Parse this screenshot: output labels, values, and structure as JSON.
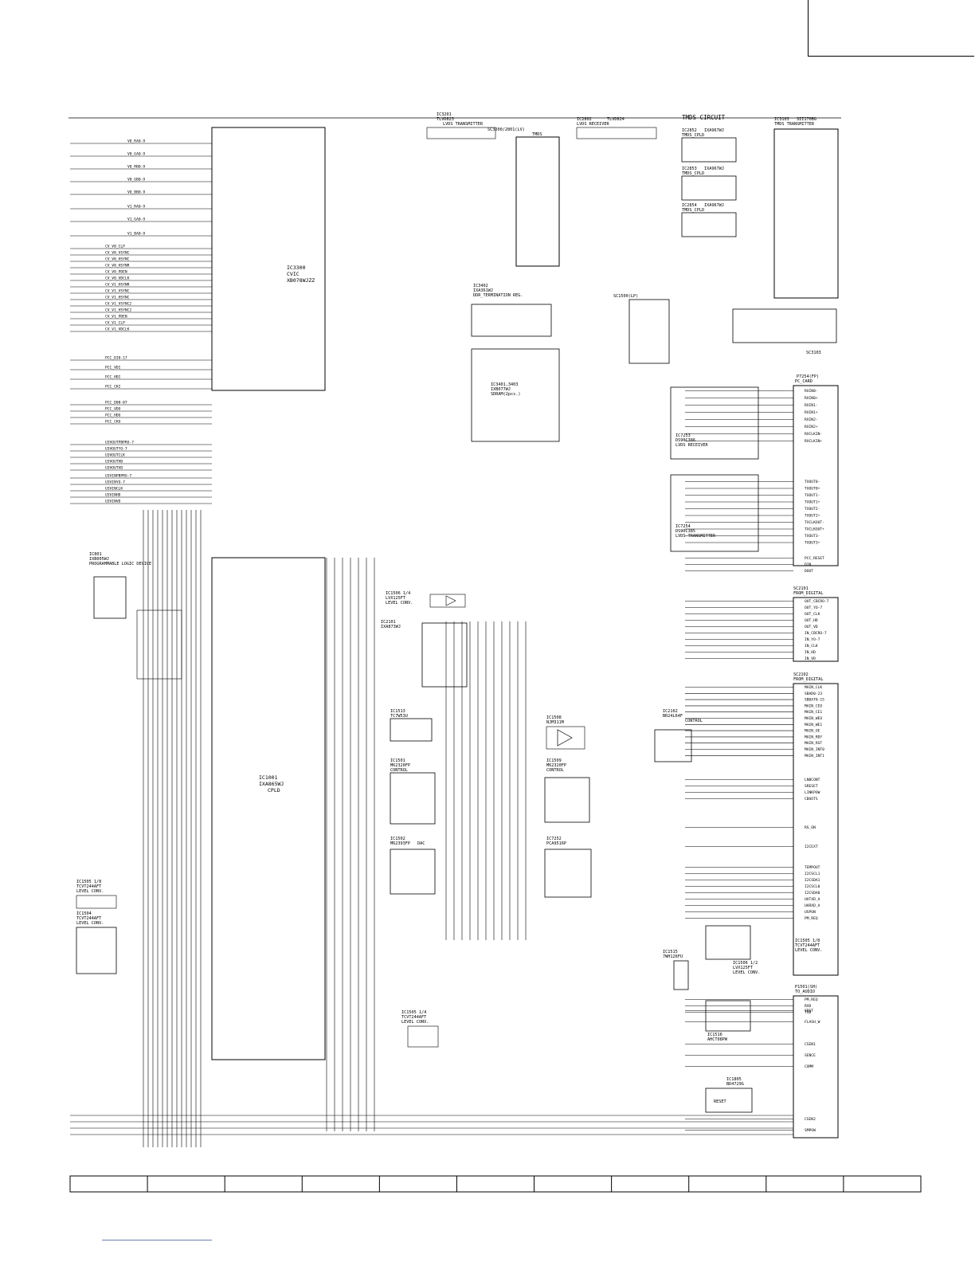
{
  "ic_blocks": [
    {
      "ref": "IC3201",
      "part": "TLVD823",
      "title": "LVDS TRANSMITTER"
    },
    {
      "ref": "IC2802",
      "part": "TLVD824",
      "title": "LVDS RECEIVER"
    },
    {
      "ref": "SC3200/2801(LV)",
      "part": "",
      "title": "TMDS"
    },
    {
      "ref": "IC3103",
      "part": "SII170BG",
      "title": "TMDS TRANSMITTER"
    },
    {
      "ref": "IC2852",
      "part": "IXA967WJ",
      "title": "TMDS_CPLD"
    },
    {
      "ref": "IC2853",
      "part": "IXA967WJ",
      "title": "TMDS_CPLD"
    },
    {
      "ref": "IC2854",
      "part": "IXA967WJ",
      "title": "TMDS_CPLD"
    },
    {
      "ref": "IC3300",
      "part": "CVIC",
      "title": "XB078WJZZ"
    },
    {
      "ref": "IC3402",
      "part": "IXA361WJ",
      "title": "DDR_TERMINATION REG."
    },
    {
      "ref": "IC3401,3403",
      "part": "IXB077WJ",
      "title": "SDRAM(2pcs.)"
    },
    {
      "ref": "SC1500(LP)",
      "part": "",
      "title": ""
    },
    {
      "ref": "SC3103",
      "part": "",
      "title": ""
    },
    {
      "ref": "P7254(FP)",
      "part": "",
      "title": "PC_CARD"
    },
    {
      "ref": "IC7253",
      "part": "DS90C386",
      "title": "LVDS RECEIVER"
    },
    {
      "ref": "IC7254",
      "part": "DS90C385",
      "title": "LVDS TRANSMITTER"
    },
    {
      "ref": "IC801",
      "part": "IXB005WJ",
      "title": "PROGRAMMABLE LOGIC DEVICE"
    },
    {
      "ref": "IC1506 1/4",
      "part": "LVX125FT",
      "title": "LEVEL CONV."
    },
    {
      "ref": "IC2101",
      "part": "IXA873WJ",
      "title": ""
    },
    {
      "ref": "SC2101",
      "part": "",
      "title": "FROM_DIGITAL"
    },
    {
      "ref": "SC2102",
      "part": "",
      "title": "FROM_DIGITAL"
    },
    {
      "ref": "IC1513",
      "part": "TC7W53U",
      "title": ""
    },
    {
      "ref": "IC1508",
      "part": "NJM311M",
      "title": ""
    },
    {
      "ref": "IC2102",
      "part": "BR24L64F",
      "title": "CONTROL"
    },
    {
      "ref": "IC1501",
      "part": "M62320FP",
      "title": "CONTROL"
    },
    {
      "ref": "IC1509",
      "part": "M62320FP",
      "title": "CONTROL"
    },
    {
      "ref": "IC1001",
      "part": "IXA865WJ",
      "title": "CPLD"
    },
    {
      "ref": "IC1502",
      "part": "M62393FP",
      "title": "DAC"
    },
    {
      "ref": "IC7252",
      "part": "PCA9516P",
      "title": ""
    },
    {
      "ref": "IC1505 1/8",
      "part": "TCVT244AFT",
      "title": "LEVEL CONV."
    },
    {
      "ref": "IC1504",
      "part": "TCVT244AFT",
      "title": "LEVEL CONV."
    },
    {
      "ref": "IC1515",
      "part": "7WH126FU",
      "title": ""
    },
    {
      "ref": "IC1506 1/2",
      "part": "LVX125FT",
      "title": "LEVEL CONV."
    },
    {
      "ref": "IC1505 1/8",
      "part": "TCVT244AFT",
      "title": "LEVEL CONV."
    },
    {
      "ref": "IC1505 1/4",
      "part": "TCVT244AFT",
      "title": "LEVEL CONV."
    },
    {
      "ref": "IC1516",
      "part": "AHCT08PW",
      "title": ""
    },
    {
      "ref": "IC1805",
      "part": "BD4729G",
      "title": "RESET"
    },
    {
      "ref": "P1501(SH)",
      "part": "",
      "title": "TO_AUDIO"
    }
  ],
  "left_signals": [
    "V0_RA0-9",
    "V0_GA0-9",
    "V0_RB0-9",
    "V0_GB0-9",
    "V0_BB0-9",
    "V1_RA0-9",
    "V1_GA0-9",
    "V1_BA0-9",
    "CV_V0_CLP",
    "CV_V0_VSYNC",
    "CV_V0_HSYNC",
    "CV_V0_HSYNR",
    "CV_V0_PDEN",
    "CV_V0_VDCLK",
    "CV_V1_HSYNR",
    "CV_V1_VSYNC",
    "CV_V1_HSYNC",
    "CV_V1_VSYNC2",
    "CV_V1_HSYNC2",
    "CV_V1_PDEN",
    "CV_V1_CLP",
    "CV_V1_VDCLK",
    "PCC_DI0-17",
    "PCC_VDI",
    "PCC_HDI",
    "PCC_CKI",
    "PCC_D00-07",
    "PCC_VDO",
    "PCC_HDO",
    "PCC_CKO",
    "U3VOUTPBPRO-7",
    "U3VOUTYO-7",
    "U3VOUTCLK",
    "U3VOUTHD",
    "U3VOUTVD",
    "U3VINPBPRO-7",
    "U3VINYO-7",
    "U3VINCLK",
    "U3VINHD",
    "U3VINVD"
  ],
  "right_connectors": {
    "sc2101": [
      "OUT_CBCRO-7",
      "OUT_YO-7",
      "OUT_CLK",
      "OUT_HD",
      "OUT_VD",
      "IN_CBCRO-7",
      "IN_YO-7",
      "IN_CLK",
      "IN_HD",
      "IN_VD"
    ],
    "sc2102": [
      "MAIN_CLK",
      "SBAD0-23",
      "SBDAT0-15",
      "MAIN_CEO",
      "MAIN_CE1",
      "MAIN_WEO",
      "MAIN_WE1",
      "MAIN_OE",
      "MAIN_RDY",
      "MAIN_RST",
      "MAIN_INT0",
      "MAIN_INT1",
      "LNBCONT",
      "SRESET",
      "LINKPOW",
      "CBOOTS",
      "RS_ON",
      "I2CEXT",
      "TEMPOUT",
      "I2CSCL1",
      "I2CSDA1",
      "I2CSCL0",
      "I2CSDA0",
      "UATXD_A",
      "UARXD_A",
      "USPON",
      "PM_REQ"
    ],
    "p1501": [
      "PM_REQ",
      "RXD",
      "TXD",
      "SRST",
      "FLASH_W",
      "CSEN1",
      "SENCE",
      "COMM",
      "CSEN2",
      "SMPOW"
    ],
    "pc_card": [
      "RXIN0-",
      "RXIN0+",
      "RXIN1-",
      "RXIN1+",
      "RXIN2-",
      "RXIN2+",
      "RXCLKIN-",
      "RXCLKIN+",
      "TXOUT0-",
      "TXOUT0+",
      "TXOUT1-",
      "TXOUT1+",
      "TXOUT2-",
      "TXOUT2+",
      "TXCLKOUT-",
      "TXCLKOUT+",
      "TXOUT3-",
      "TXOUT3+",
      "PCC_RESET",
      "DIN",
      "DOUT"
    ]
  },
  "header_title": "TMDS CIRCUIT",
  "table_columns": [
    "",
    "",
    "",
    "",
    "",
    "",
    "",
    "",
    "",
    "",
    ""
  ],
  "colors": {
    "ink": "#000000",
    "paper": "#ffffff",
    "link": "#6b7fb0"
  }
}
